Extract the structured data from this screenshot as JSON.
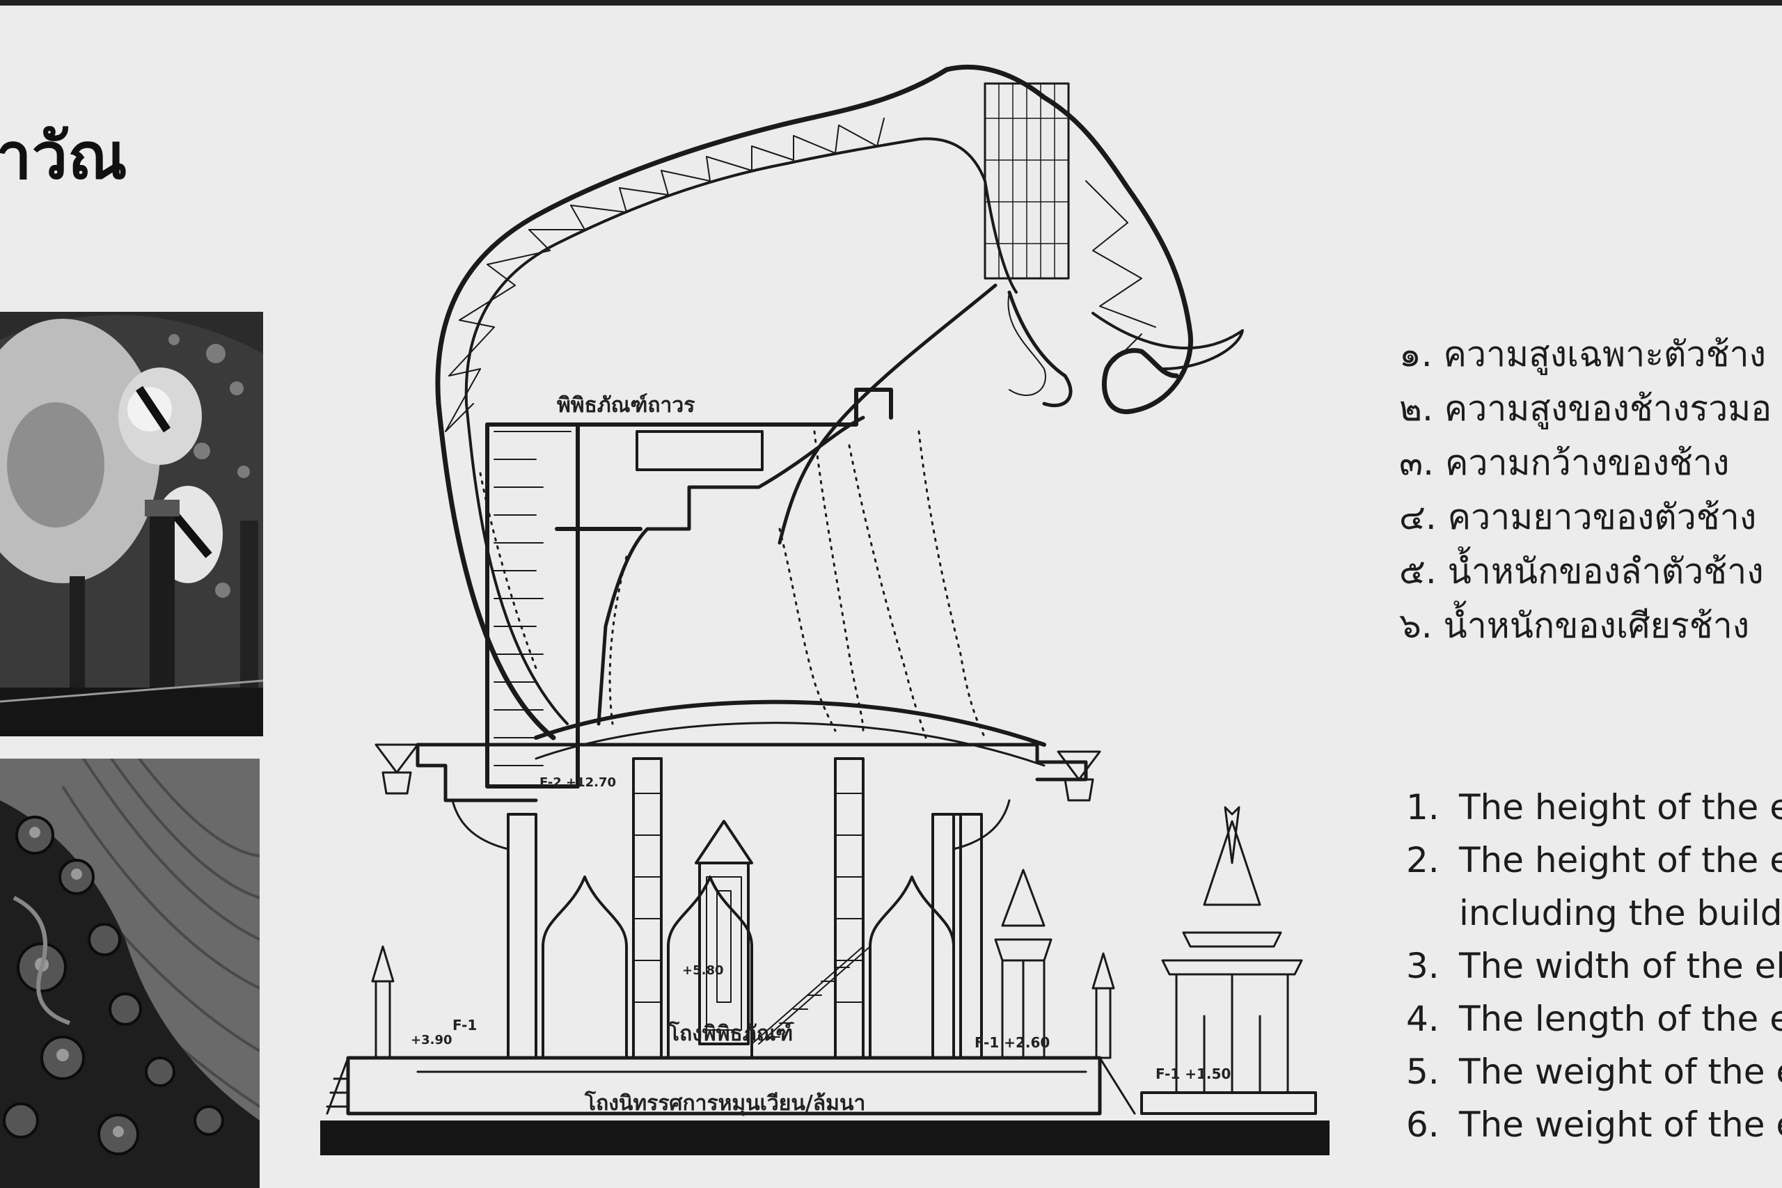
{
  "heading": "าวัณ",
  "drawing": {
    "labels": {
      "museum_top": "พิพิธภัณฑ์ถาวร",
      "museum_hall": "โถงพิพิธภัณฑ์",
      "rotating_hall": "โถงนิทรรศการหมุนเวียน/ล้มนา",
      "level_1": "F-1",
      "level_2": "F-1 +2.60",
      "level_3": "F-1 +1.50",
      "level_4": "+3.90",
      "level_5": "F-2 +12.70",
      "level_6": "+5.80"
    }
  },
  "legend_thai": [
    "๑. ความสูงเฉพาะตัวช้าง",
    "๒. ความสูงของช้างรวมอ",
    "๓. ความกว้างของช้าง",
    "๔. ความยาวของตัวช้าง",
    "๕. น้ำหนักของลำตัวช้าง",
    "๖. น้ำหนักของเศียรช้าง"
  ],
  "legend_english": [
    {
      "num": "1.",
      "text": "The height of the el"
    },
    {
      "num": "2.",
      "text": "The height of the el"
    },
    {
      "num": "",
      "text": "including the buildi"
    },
    {
      "num": "3.",
      "text": "The width of the el"
    },
    {
      "num": "4.",
      "text": "The length of the e"
    },
    {
      "num": "5.",
      "text": "The weight of the e"
    },
    {
      "num": "6.",
      "text": "The weight of the e"
    }
  ]
}
